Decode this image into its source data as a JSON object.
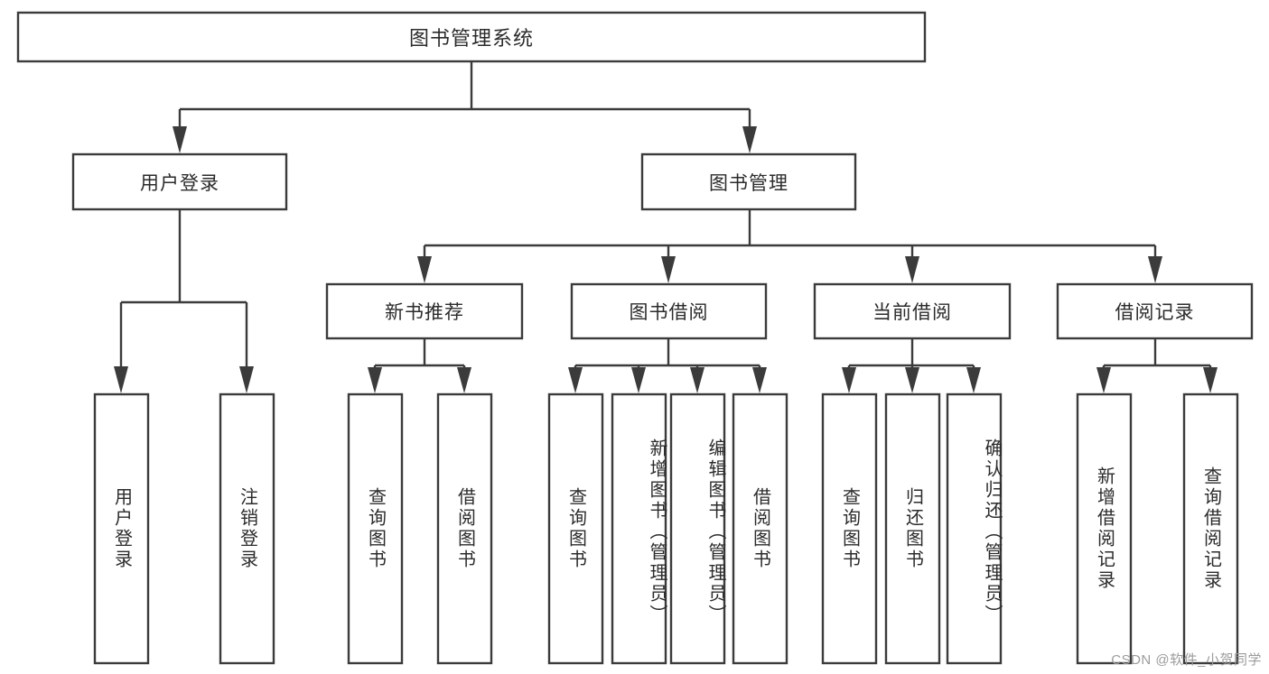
{
  "diagram": {
    "type": "tree-hierarchy",
    "orientation": "top-down",
    "title": "图书管理系统",
    "root": {
      "id": "root",
      "label": "图书管理系统",
      "text_direction": "horizontal"
    },
    "level2": [
      {
        "id": "user-login",
        "label": "用户登录",
        "text_direction": "horizontal"
      },
      {
        "id": "book-manage",
        "label": "图书管理",
        "text_direction": "horizontal"
      }
    ],
    "level3": [
      {
        "id": "new-book-recommend",
        "label": "新书推荐",
        "text_direction": "horizontal",
        "parent": "book-manage"
      },
      {
        "id": "book-borrow",
        "label": "图书借阅",
        "text_direction": "horizontal",
        "parent": "book-manage"
      },
      {
        "id": "current-borrow",
        "label": "当前借阅",
        "text_direction": "horizontal",
        "parent": "book-manage"
      },
      {
        "id": "borrow-record",
        "label": "借阅记录",
        "text_direction": "horizontal",
        "parent": "book-manage"
      }
    ],
    "leaves": [
      {
        "id": "leaf-user-login",
        "label": "用户登录",
        "parent": "user-login",
        "text_direction": "vertical"
      },
      {
        "id": "leaf-logout",
        "label": "注销登录",
        "parent": "user-login",
        "text_direction": "vertical"
      },
      {
        "id": "leaf-query-book-1",
        "label": "查询图书",
        "parent": "new-book-recommend",
        "text_direction": "vertical"
      },
      {
        "id": "leaf-borrow-book-1",
        "label": "借阅图书",
        "parent": "new-book-recommend",
        "text_direction": "vertical"
      },
      {
        "id": "leaf-query-book-2",
        "label": "查询图书",
        "parent": "book-borrow",
        "text_direction": "vertical"
      },
      {
        "id": "leaf-add-book",
        "label": "新增图书（管理员）",
        "parent": "book-borrow",
        "text_direction": "vertical"
      },
      {
        "id": "leaf-edit-book",
        "label": "编辑图书（管理员）",
        "parent": "book-borrow",
        "text_direction": "vertical"
      },
      {
        "id": "leaf-borrow-book-2",
        "label": "借阅图书",
        "parent": "book-borrow",
        "text_direction": "vertical"
      },
      {
        "id": "leaf-query-book-3",
        "label": "查询图书",
        "parent": "current-borrow",
        "text_direction": "vertical"
      },
      {
        "id": "leaf-return-book",
        "label": "归还图书",
        "parent": "current-borrow",
        "text_direction": "vertical"
      },
      {
        "id": "leaf-confirm-return",
        "label": "确认归还（管理员）",
        "parent": "current-borrow",
        "text_direction": "vertical"
      },
      {
        "id": "leaf-add-record",
        "label": "新增借阅记录",
        "parent": "borrow-record",
        "text_direction": "vertical"
      },
      {
        "id": "leaf-query-record",
        "label": "查询借阅记录",
        "parent": "borrow-record",
        "text_direction": "vertical"
      }
    ],
    "colors": {
      "background": "#ffffff",
      "box_fill": "#ffffff",
      "box_stroke": "#3b3b3b",
      "connector": "#3b3b3b",
      "text": "#2b2b2b",
      "watermark": "#9b9b9b"
    }
  },
  "watermark": {
    "text": "CSDN @软件_小贺同学"
  }
}
